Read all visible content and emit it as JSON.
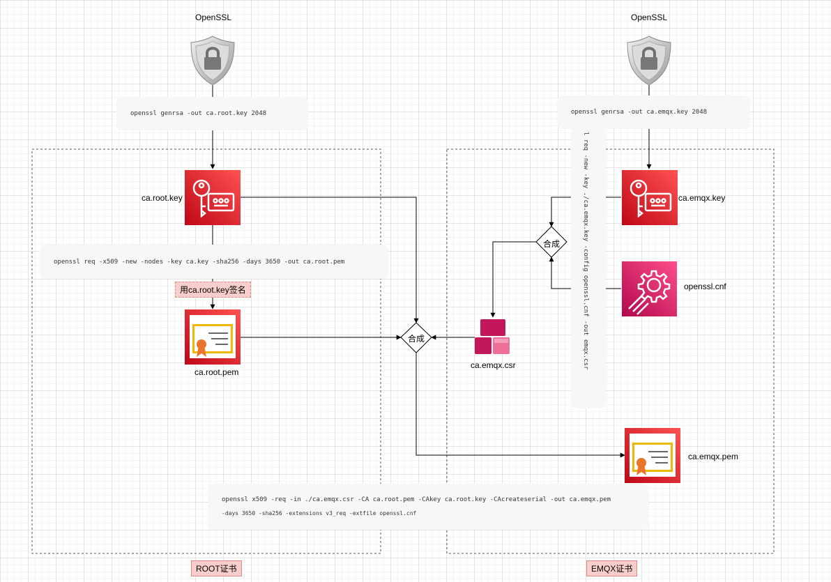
{
  "colors": {
    "aws_red": "#d41e26",
    "aws_pink": "#d6246e",
    "cert_gold": "#f2b705",
    "seal_orange": "#e9762c",
    "tag_fill": "#f8cecc",
    "code_bg": "#f7f7f7"
  },
  "left": {
    "openssl_label": "OpenSSL",
    "cmd_genrsa": "openssl genrsa -out ca.root.key 2048",
    "key_label": "ca.root.key",
    "cmd_req": "openssl req -x509 -new -nodes -key ca.key -sha256 -days 3650 -out ca.root.pem",
    "sign_tag": "用ca.root.key签名",
    "pem_label": "ca.root.pem",
    "group_label": "ROOT证书"
  },
  "right": {
    "openssl_label": "OpenSSL",
    "cmd_genrsa": "openssl genrsa -out ca.emqx.key 2048",
    "key_label": "ca.emqx.key",
    "cmd_req_vertical": "l req -new -key ./ca.emqx.key -config openssl.cnf -out emqx.csr",
    "cnf_label": "openssl.cnf",
    "csr_label": "ca.emqx.csr",
    "pem_label": "ca.emqx.pem",
    "group_label": "EMQX证书"
  },
  "merge_label_right": "合成",
  "merge_label_center": "合成",
  "cmd_sign": {
    "line1": "openssl x509 -req -in ./ca.emqx.csr -CA ca.root.pem -CAkey ca.root.key -CAcreateserial -out ca.emqx.pem",
    "line2": "-days 3650 -sha256 -extensions v3_req -extfile openssl.cnf"
  },
  "icons": [
    "shield-lock-icon",
    "key-icon",
    "certificate-icon",
    "gear-icon",
    "csr-boxes-icon"
  ]
}
